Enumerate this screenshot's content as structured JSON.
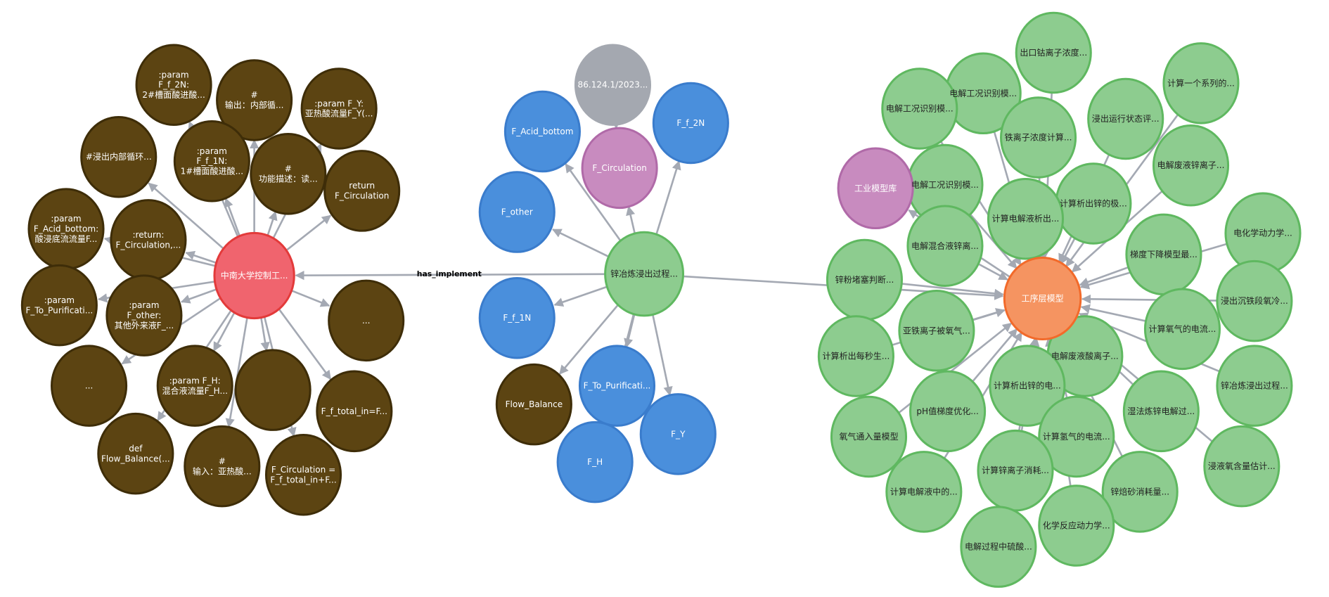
{
  "colors": {
    "code_node": "#5c4412",
    "root_node": "#f0646e",
    "process_node": "#8dcc8f",
    "variable_node": "#4a8fdc",
    "reference_node": "#a4a8b0",
    "output_node": "#c88bbf",
    "layer_node": "#f59461",
    "edge": "#a4a9b3"
  },
  "edges_labels": {
    "implement": "has_implement"
  },
  "left_cluster": {
    "hub": "中南大学控制工...",
    "nodes": [
      ":param\nF_f_2N:\n2#槽面酸进酸...",
      "#\n输出：内部循...",
      ":param F_Y:\n亚热酸流量F_Y(...",
      "#浸出内部循环...",
      ":param\nF_f_1N:\n1#槽面酸进酸...",
      "#\n功能描述：读...",
      "return\nF_Circulation",
      ":param\nF_Acid_bottom:\n酸浸底流流量F...",
      ":return:\nF_Circulation,...",
      ":param\nF_To_Purificati...",
      ":param\nF_other:\n其他外来液F_...",
      "...",
      "...",
      ":param F_H:\n混合液流量F_H...",
      "",
      "F_f_total_in=F...",
      "def\nFlow_Balance(...",
      "#\n输入：亚热酸...",
      "F_Circulation =\nF_f_total_in+F..."
    ]
  },
  "middle_cluster": {
    "hub": "锌冶炼浸出过程...",
    "nodes": [
      {
        "label": "86.124.1/2023...",
        "type": "reference_node"
      },
      {
        "label": "F_Acid_bottom",
        "type": "variable_node"
      },
      {
        "label": "F_Circulation",
        "type": "output_node"
      },
      {
        "label": "F_f_2N",
        "type": "variable_node"
      },
      {
        "label": "F_other",
        "type": "variable_node"
      },
      {
        "label": "F_f_1N",
        "type": "variable_node"
      },
      {
        "label": "Flow_Balance",
        "type": "code_node"
      },
      {
        "label": "F_To_Purificati...",
        "type": "variable_node"
      },
      {
        "label": "F_H",
        "type": "variable_node"
      },
      {
        "label": "F_Y",
        "type": "variable_node"
      }
    ]
  },
  "right_cluster": {
    "hub": "工序层模型",
    "library": "工业模型库",
    "nodes": [
      "出口钴离子浓度...",
      "电解工况识别模...",
      "计算一个系列的...",
      "电解工况识别模...",
      "浸出运行状态评...",
      "铁离子浓度计算...",
      "电解工况识别模...",
      "电解废液锌离子...",
      "计算析出锌的极...",
      "计算电解液析出...",
      "电化学动力学...",
      "电解混合液锌离...",
      "梯度下降模型最...",
      "锌粉堵塞判断...",
      "浸出沉铁段氧冷...",
      "亚铁离子被氧气...",
      "计算氧气的电流...",
      "计算析出每秒生...",
      "电解废液酸离子...",
      "锌冶炼浸出过程...",
      "计算析出锌的电...",
      "pH值梯度优化...",
      "湿法炼锌电解过...",
      "氧气通入量模型",
      "计算氢气的电流...",
      "计算锌离子消耗...",
      "浸液氧含量估计...",
      "锌焙砂消耗量...",
      "计算电解液中的...",
      "化学反应动力学...",
      "电解过程中硫酸..."
    ]
  }
}
